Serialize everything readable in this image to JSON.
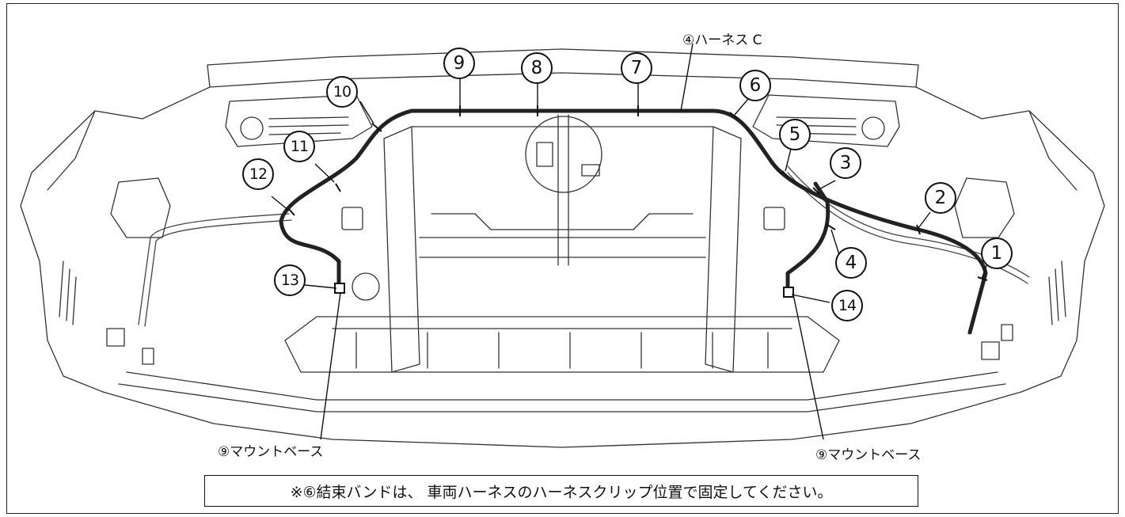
{
  "diagram": {
    "harness_label": "④ハーネス C",
    "mount_base_left": "⑨マウントベース",
    "mount_base_right": "⑨マウントベース",
    "note": "※⑥結束バンドは、 車両ハーネスのハーネスクリップ位置で固定してください。",
    "callouts": [
      "1",
      "2",
      "3",
      "4",
      "5",
      "6",
      "7",
      "8",
      "9",
      "10",
      "11",
      "12",
      "13",
      "14"
    ]
  }
}
